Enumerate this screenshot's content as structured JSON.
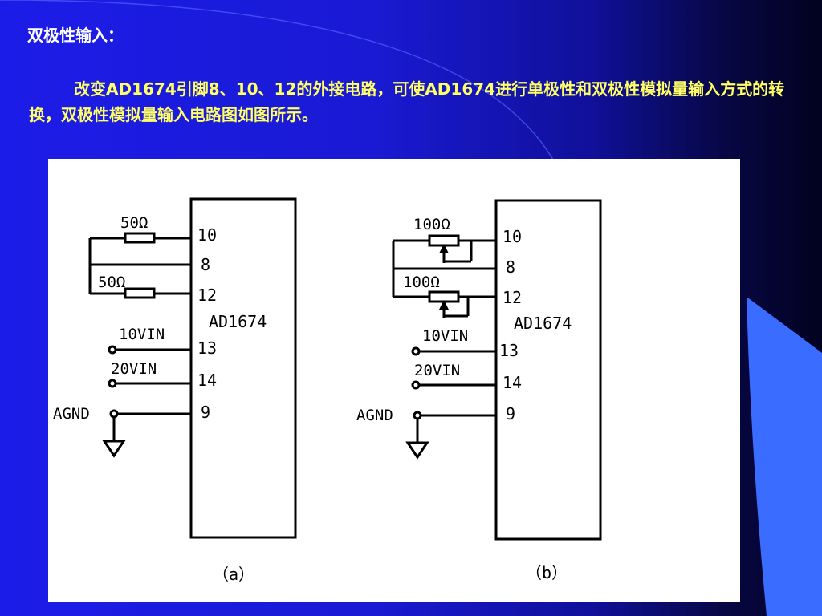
{
  "slide": {
    "title": "双极性输入：",
    "paragraph": "改变AD1674引脚8、10、12的外接电路，可使AD1674进行单极性和双极性模拟量输入方式的转换，双极性模拟量输入电路图如图所示。",
    "colors": {
      "background": "#1a1ad4",
      "title_text": "#ffffff",
      "body_text": "#ffff66",
      "accent_shape": "#3a6cff"
    }
  },
  "figure": {
    "a": {
      "caption": "（a）",
      "chip_label": "AD1674",
      "pins": [
        "10",
        "8",
        "12",
        "13",
        "14",
        "9"
      ],
      "resistor_top": "50Ω",
      "resistor_bottom": "50Ω",
      "input_10v": "10VIN",
      "input_20v": "20VIN",
      "ground": "AGND"
    },
    "b": {
      "caption": "（b）",
      "chip_label": "AD1674",
      "pins": [
        "10",
        "8",
        "12",
        "13",
        "14",
        "9"
      ],
      "pot_top": "100Ω",
      "pot_bottom": "100Ω",
      "input_10v": "10VIN",
      "input_20v": "20VIN",
      "ground": "AGND"
    }
  }
}
